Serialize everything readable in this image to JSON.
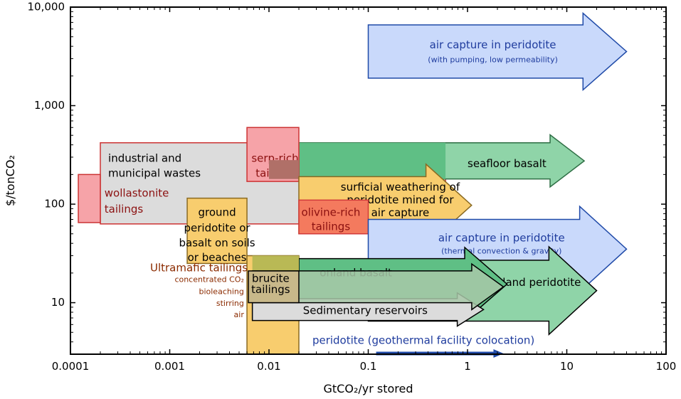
{
  "chart_data": {
    "type": "area",
    "title": "",
    "xlabel": "GtCO₂/yr stored",
    "ylabel": "$/tonCO₂",
    "x_scale": "log",
    "y_scale": "log",
    "xlim": [
      0.0001,
      100
    ],
    "ylim": [
      3,
      10000
    ],
    "x_ticks": [
      0.0001,
      0.001,
      0.01,
      0.1,
      1,
      10,
      100
    ],
    "x_tick_labels": [
      "0.0001",
      "0.001",
      "0.01",
      "0.1",
      "1",
      "10",
      "100"
    ],
    "y_ticks": [
      10,
      100,
      1000,
      10000
    ],
    "y_tick_labels": [
      "10",
      "100",
      "1,000",
      "10,000"
    ],
    "grid": false,
    "colors": {
      "blue_fill": "#c9d9fb",
      "blue_line": "#1f4aa8",
      "blue_text": "#1f3c9e",
      "green_fill": "#8fd4a8",
      "green_dark": "#5fbf85",
      "gray_fill": "#dcdcdc",
      "red_fill": "#f6a3a8",
      "red_line": "#d23a3a",
      "red_text": "#8b1010",
      "orange_fill": "#f8cd6e",
      "orange_line": "#8a6a22",
      "tailings_text": "#8b2b00"
    },
    "regions": [
      {
        "name": "industrial and municipal wastes",
        "shape": "rect",
        "x_range": [
          0.0002,
          0.6
        ],
        "y_range": [
          63,
          420
        ],
        "fill": "#dcdcdc",
        "stroke": "#cc3333",
        "labels": [
          {
            "text": "industrial and",
            "x": 0.00024,
            "y": 290,
            "size": 15,
            "color": "#000000",
            "anchor": "start"
          },
          {
            "text": "municipal wastes",
            "x": 0.00024,
            "y": 205,
            "size": 15,
            "color": "#000000",
            "anchor": "start"
          }
        ]
      },
      {
        "name": "wollastonite tailings",
        "shape": "rect",
        "x_range": [
          0.00012,
          0.0002
        ],
        "y_range": [
          65,
          200
        ],
        "fill": "#f6a3a8",
        "stroke": "#cc3333",
        "labels": [
          {
            "text": "wollastonite",
            "x": 0.00022,
            "y": 128,
            "size": 15,
            "color": "#8b1010",
            "anchor": "start"
          },
          {
            "text": "tailings",
            "x": 0.00022,
            "y": 88,
            "size": 15,
            "color": "#8b1010",
            "anchor": "start"
          }
        ]
      },
      {
        "name": "ground peridotite or basalt on soils or beaches",
        "shape": "rect",
        "x_range": [
          0.0015,
          0.006
        ],
        "y_range": [
          25,
          115
        ],
        "fill": "#f8cd6e",
        "stroke": "#8a6a22",
        "labels": [
          {
            "text": "ground",
            "x": 0.003,
            "y": 82,
            "size": 15,
            "color": "#000000",
            "anchor": "middle"
          },
          {
            "text": "peridotite or",
            "x": 0.003,
            "y": 57,
            "size": 15,
            "color": "#000000",
            "anchor": "middle"
          },
          {
            "text": "basalt on soils",
            "x": 0.003,
            "y": 40,
            "size": 15,
            "color": "#000000",
            "anchor": "middle"
          },
          {
            "text": "or beaches",
            "x": 0.003,
            "y": 28.5,
            "size": 15,
            "color": "#000000",
            "anchor": "middle"
          }
        ]
      },
      {
        "name": "ultramafic tailings column",
        "shape": "rect",
        "x_range": [
          0.006,
          0.02
        ],
        "y_range": [
          3,
          30
        ],
        "fill": "#f8cd6e",
        "stroke": "#8a6a22",
        "labels": []
      },
      {
        "name": "seafloor basalt",
        "shape": "arrow",
        "x_range": [
          0.01,
          15
        ],
        "y_range": [
          180,
          420
        ],
        "fill": "#8fd4a8",
        "stroke": "#2e6e44",
        "labels": [
          {
            "text": "seafloor basalt",
            "x": 1.0,
            "y": 255,
            "size": 15,
            "color": "#000000",
            "anchor": "start"
          }
        ]
      },
      {
        "name": "seafloor basalt overlap",
        "shape": "rect",
        "x_range": [
          0.02,
          0.6
        ],
        "y_range": [
          180,
          420
        ],
        "fill": "#5fbf85",
        "stroke": "none",
        "labels": []
      },
      {
        "name": "serp-rich tailings",
        "shape": "rect",
        "x_range": [
          0.006,
          0.02
        ],
        "y_range": [
          170,
          600
        ],
        "fill": "#f6a3a8",
        "stroke": "#cc3333",
        "labels": [
          {
            "text": "serp-rich",
            "x": 0.0115,
            "y": 290,
            "size": 15,
            "color": "#8b1010",
            "anchor": "middle"
          },
          {
            "text": "tailings",
            "x": 0.0115,
            "y": 205,
            "size": 15,
            "color": "#8b1010",
            "anchor": "middle"
          }
        ]
      },
      {
        "name": "serp-rich seafloor overlap",
        "shape": "rect",
        "x_range": [
          0.01,
          0.02
        ],
        "y_range": [
          180,
          280
        ],
        "fill": "#b07068",
        "stroke": "none",
        "labels": []
      },
      {
        "name": "surficial weathering of peridotite mined for air capture",
        "shape": "arrow",
        "x_range": [
          0.02,
          1.1
        ],
        "y_range": [
          50,
          190
        ],
        "fill": "#f8cd6e",
        "stroke": "#8a6a22",
        "labels": [
          {
            "text": "surficial weathering of",
            "x": 0.21,
            "y": 148,
            "size": 15,
            "color": "#000000",
            "anchor": "middle"
          },
          {
            "text": "peridotite mined for",
            "x": 0.21,
            "y": 110,
            "size": 15,
            "color": "#000000",
            "anchor": "middle"
          },
          {
            "text": "air capture",
            "x": 0.21,
            "y": 81,
            "size": 15,
            "color": "#000000",
            "anchor": "middle"
          }
        ]
      },
      {
        "name": "olivine-rich tailings",
        "shape": "rect",
        "x_range": [
          0.02,
          0.1
        ],
        "y_range": [
          50,
          110
        ],
        "fill": "#f47a5e",
        "stroke": "#d23a3a",
        "labels": [
          {
            "text": "olivine-rich",
            "x": 0.042,
            "y": 82,
            "size": 15,
            "color": "#8b1010",
            "anchor": "middle"
          },
          {
            "text": "tailings",
            "x": 0.042,
            "y": 59,
            "size": 15,
            "color": "#8b1010",
            "anchor": "middle"
          }
        ]
      },
      {
        "name": "air capture in peridotite thermal convection",
        "shape": "arrow",
        "x_range": [
          0.1,
          40
        ],
        "y_range": [
          17.5,
          70
        ],
        "fill": "#c9d9fb",
        "stroke": "#1f4aa8",
        "labels": [
          {
            "text": "air capture in peridotite",
            "x": 2.2,
            "y": 45,
            "size": 15,
            "color": "#1f3c9e",
            "anchor": "middle"
          },
          {
            "text": "(thermal  convection & gravity)",
            "x": 2.2,
            "y": 33,
            "size": 11,
            "color": "#1f3c9e",
            "anchor": "middle"
          }
        ]
      },
      {
        "name": "onland peridotite",
        "shape": "arrow",
        "x_range": [
          0.1,
          20
        ],
        "y_range": [
          6.5,
          27
        ],
        "fill": "#8fd4a8",
        "stroke": "#000000",
        "labels": [
          {
            "text": "onland peridotite",
            "x": 4.8,
            "y": 16,
            "size": 15,
            "color": "#000000",
            "anchor": "middle"
          }
        ]
      },
      {
        "name": "onland basalt",
        "shape": "arrow",
        "x_range": [
          0.02,
          2.5
        ],
        "y_range": [
          8.5,
          28
        ],
        "fill": "#5fbf85",
        "stroke": "#000000",
        "labels": [
          {
            "text": "onland basalt",
            "x": 0.075,
            "y": 20,
            "size": 15,
            "color": "#000000",
            "anchor": "middle"
          }
        ]
      },
      {
        "name": "onland basalt tailings overlap",
        "shape": "rect",
        "x_range": [
          0.0068,
          0.02
        ],
        "y_range": [
          20,
          30
        ],
        "fill": "#b9b955",
        "stroke": "none",
        "labels": []
      },
      {
        "name": "sedimentary reservoirs",
        "shape": "arrow",
        "x_range": [
          0.0068,
          1.45
        ],
        "y_range": [
          6.6,
          11
        ],
        "fill": "#dcdcdc",
        "stroke": "#000000",
        "labels": [
          {
            "text": "Sedimentary reservoirs",
            "x": 0.022,
            "y": 8.3,
            "size": 15,
            "color": "#000000",
            "anchor": "start"
          }
        ]
      },
      {
        "name": "brucite arrow",
        "shape": "arrow",
        "x_range": [
          0.0068,
          2.3
        ],
        "y_range": [
          10,
          21
        ],
        "fill": "#a8c8a8",
        "fill_opacity": 0.85,
        "stroke": "#000000",
        "labels": []
      },
      {
        "name": "brucite tailings",
        "shape": "rect",
        "x_range": [
          0.0062,
          0.02
        ],
        "y_range": [
          10,
          21
        ],
        "fill": "#c8b88a",
        "stroke": "#000000",
        "labels": [
          {
            "text": "brucite",
            "x": 0.0104,
            "y": 17.5,
            "size": 15,
            "color": "#000000",
            "anchor": "middle"
          },
          {
            "text": "tailings",
            "x": 0.0104,
            "y": 13.5,
            "size": 15,
            "color": "#000000",
            "anchor": "middle"
          }
        ]
      },
      {
        "name": "air capture in peridotite with pumping",
        "shape": "arrow",
        "x_range": [
          0.1,
          40
        ],
        "y_range": [
          1900,
          6600
        ],
        "fill": "#c9d9fb",
        "stroke": "#1f4aa8",
        "labels": [
          {
            "text": "air capture in peridotite",
            "x": 1.8,
            "y": 4100,
            "size": 15,
            "color": "#1f3c9e",
            "anchor": "middle"
          },
          {
            "text": "(with pumping, low permeability)",
            "x": 1.8,
            "y": 2900,
            "size": 11,
            "color": "#1f3c9e",
            "anchor": "middle"
          }
        ]
      },
      {
        "name": "peridotite geothermal facility colocation",
        "shape": "thin-arrow",
        "x_range": [
          0.12,
          2.3
        ],
        "y": 3.05,
        "fill": "#1f4aa8",
        "stroke": "#1f4aa8",
        "labels": [
          {
            "text": "peridotite (geothermal facility colocation)",
            "x": 0.36,
            "y": 4.1,
            "size": 15,
            "color": "#1f3c9e",
            "anchor": "middle"
          }
        ]
      }
    ],
    "annotations": [
      {
        "text": "Ultramafic tailings",
        "x": 0.0061,
        "y": 22.5,
        "size": 15,
        "color": "#8b2b00",
        "anchor": "end"
      },
      {
        "text": "concentrated CO₂",
        "x": 0.0056,
        "y": 17,
        "size": 11,
        "color": "#8b2b00",
        "anchor": "end"
      },
      {
        "text": "bioleaching",
        "x": 0.0056,
        "y": 12.8,
        "size": 11,
        "color": "#8b2b00",
        "anchor": "end"
      },
      {
        "text": "stirring",
        "x": 0.0056,
        "y": 9.8,
        "size": 11,
        "color": "#8b2b00",
        "anchor": "end"
      },
      {
        "text": "air",
        "x": 0.0056,
        "y": 7.5,
        "size": 11,
        "color": "#8b2b00",
        "anchor": "end"
      }
    ]
  }
}
